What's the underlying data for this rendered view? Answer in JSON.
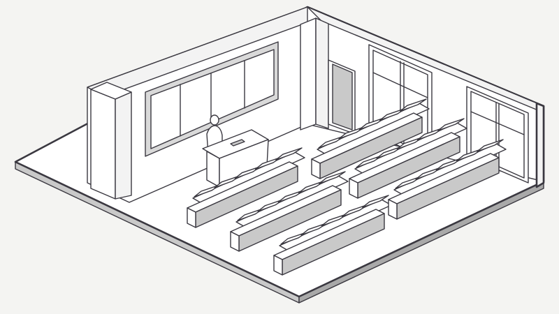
{
  "scene": {
    "kind": "isometric-classroom",
    "colors": {
      "background": "#f4f4f2",
      "outline": "#3a3840",
      "wall": "#ffffff",
      "bench": "#c9c9c9",
      "door": "#c4c4c4"
    },
    "desk_groups": [
      {
        "name": "left-bank",
        "rows": 3,
        "seats_per_row": 5
      },
      {
        "name": "right-bank",
        "rows": 3,
        "seats_per_row": 5
      }
    ]
  }
}
